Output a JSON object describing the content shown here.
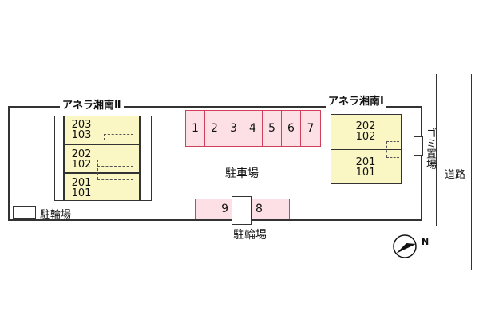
{
  "buildings": {
    "building2": {
      "name": "アネラ湘南Ⅱ",
      "rows": [
        [
          "203",
          "103"
        ],
        [
          "202",
          "102"
        ],
        [
          "201",
          "101"
        ]
      ]
    },
    "building1": {
      "name": "アネラ湘南Ⅰ",
      "rows": [
        [
          "202",
          "102"
        ],
        [
          "201",
          "101"
        ]
      ]
    }
  },
  "parking": {
    "label": "駐車場",
    "spaces": [
      "1",
      "2",
      "3",
      "4",
      "5",
      "6",
      "7"
    ]
  },
  "bike": {
    "label_left": "駐輪場",
    "label_bottom": "駐輪場",
    "spaces": [
      "9",
      "8"
    ]
  },
  "garbage": {
    "label": "ゴミ置場"
  },
  "road": {
    "label": "道路"
  },
  "compass": {
    "letter": "N"
  },
  "colors": {
    "unit_fill": "#fbf7c4",
    "parking_fill": "#fde0e6",
    "parking_border": "#d0405a"
  }
}
